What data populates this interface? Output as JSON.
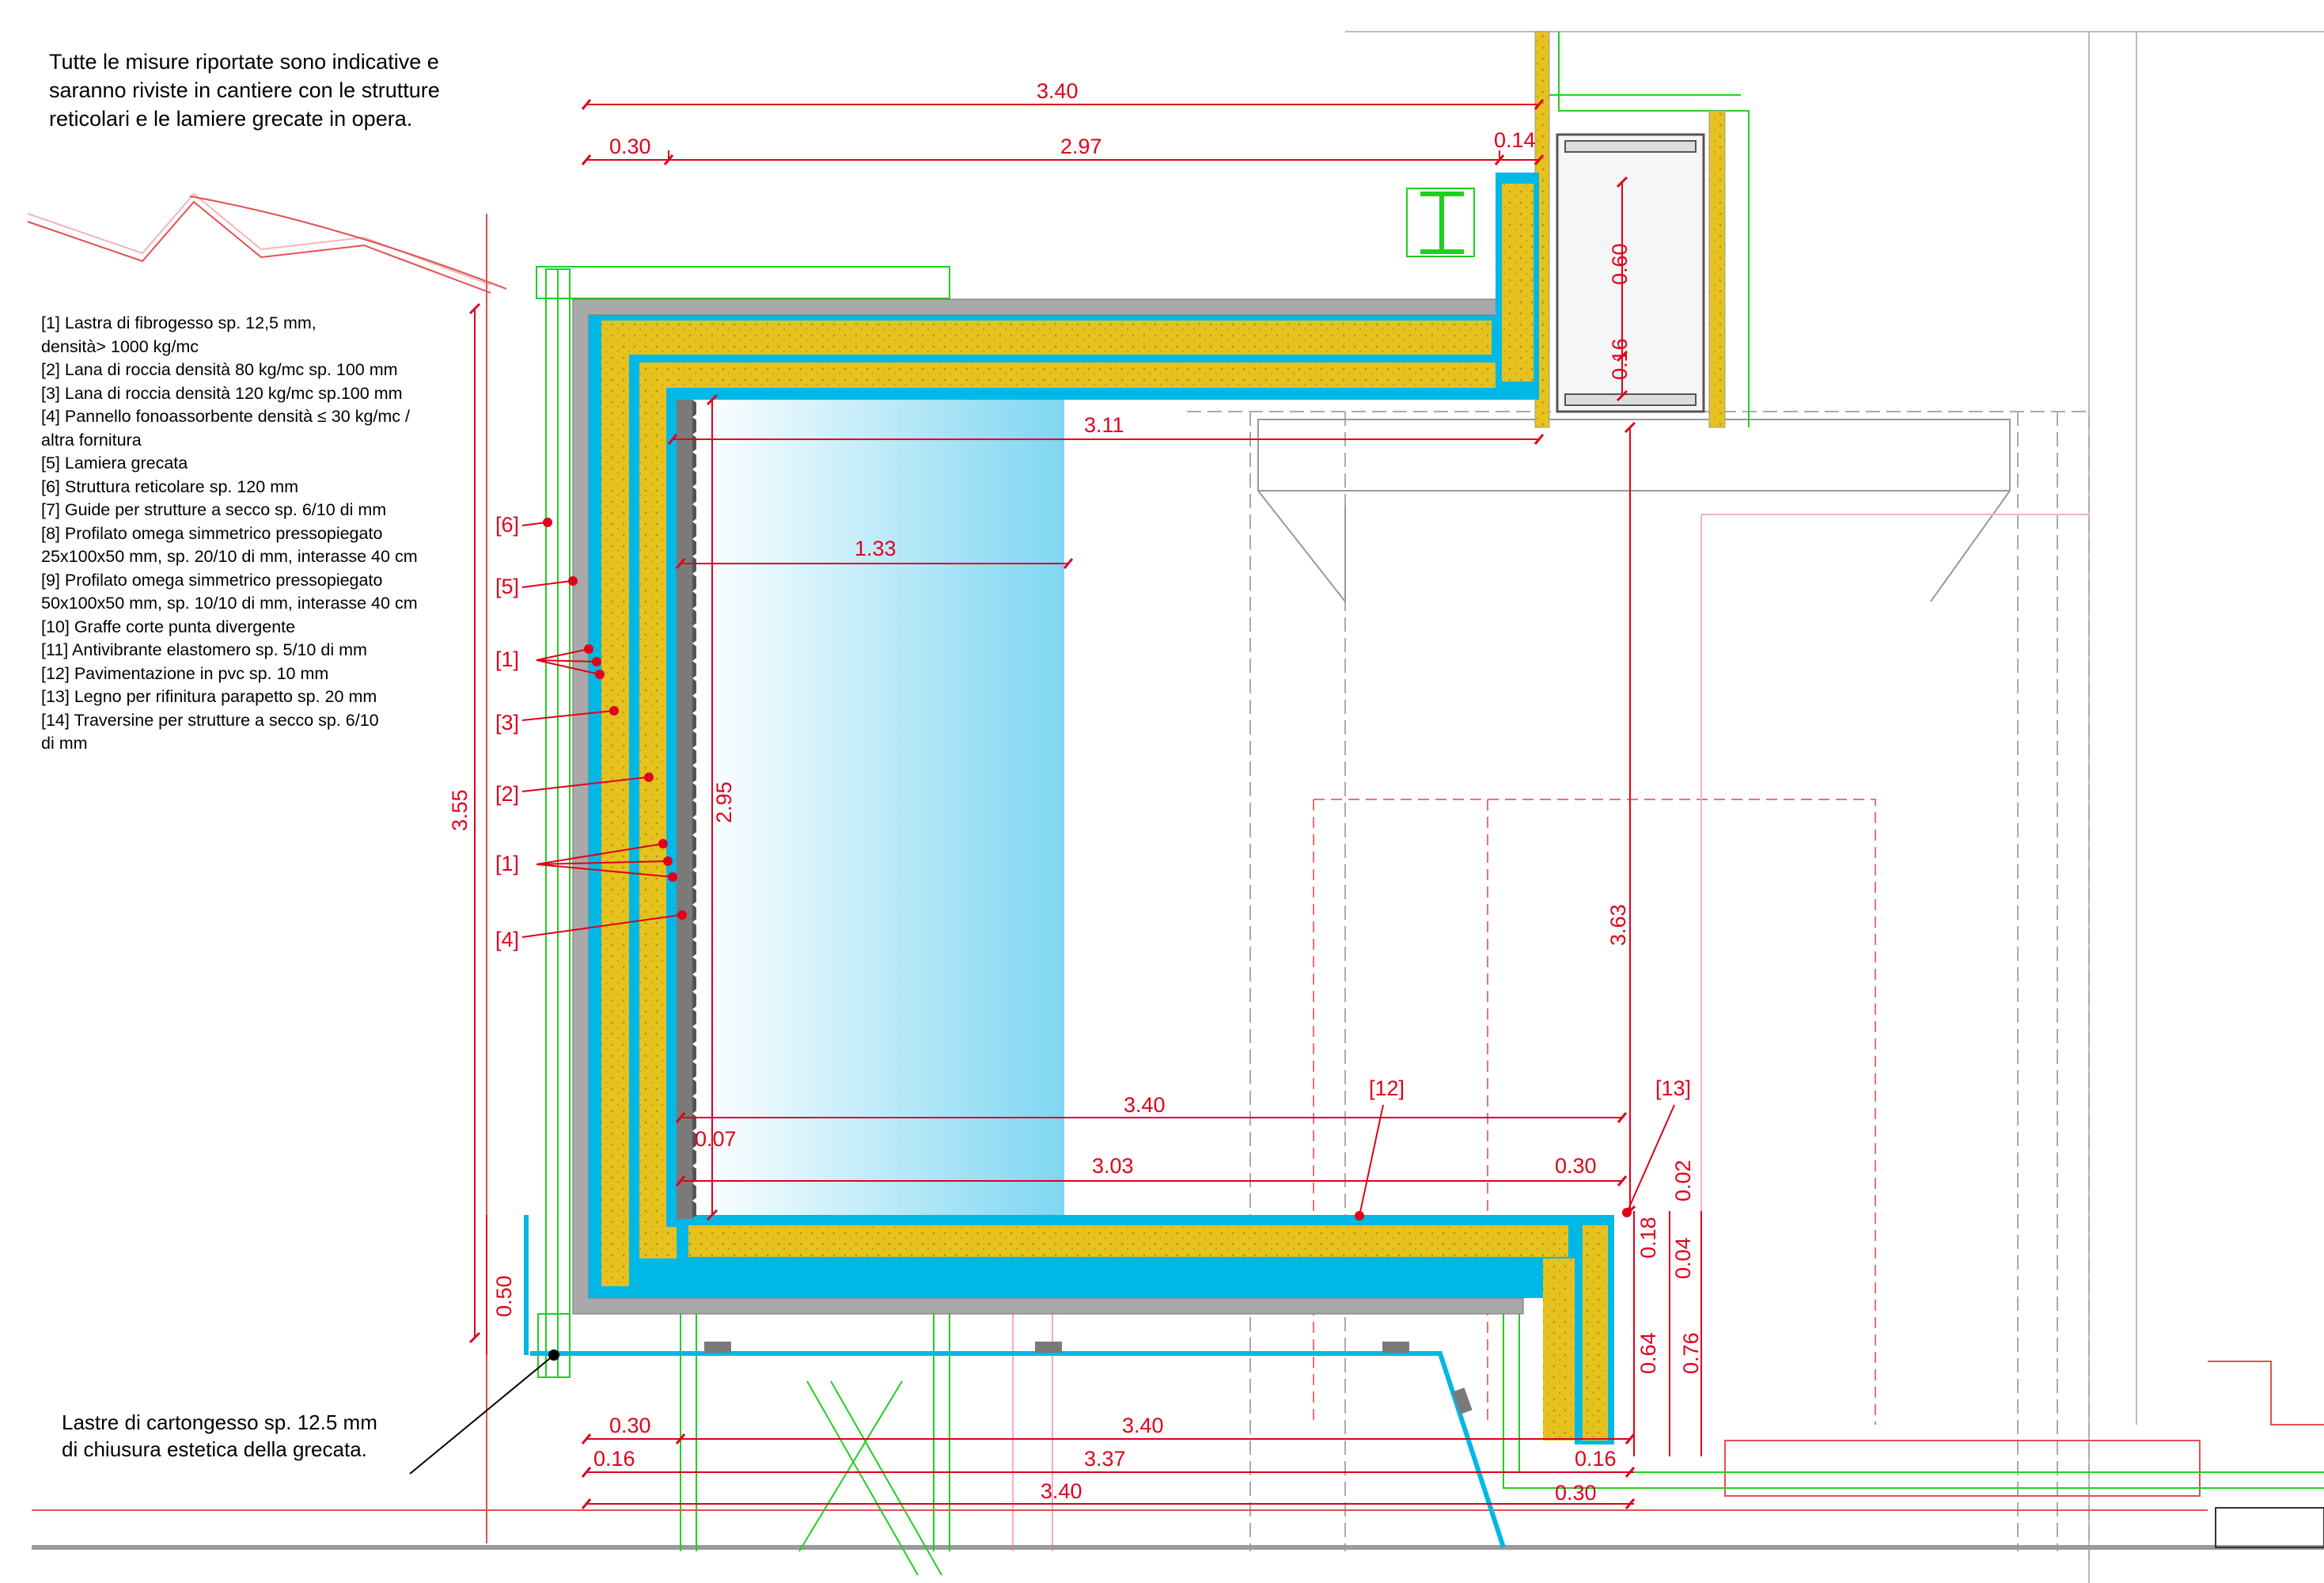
{
  "note": "Tutte le misure riportate sono indicative e\nsaranno riviste in cantiere con le strutture\nreticolari e le lamiere grecate in opera.",
  "legend": [
    "[1]  Lastra di fibrogesso sp. 12,5 mm,\ndensità> 1000 kg/mc",
    "[2]  Lana di roccia densità 80 kg/mc sp. 100 mm",
    "[3]  Lana di roccia densità 120 kg/mc sp.100 mm",
    "[4]  Pannello fonoassorbente densità ≤ 30 kg/mc /\naltra fornitura",
    "[5]  Lamiera grecata",
    "[6]  Struttura reticolare sp. 120 mm",
    "[7]  Guide per strutture a secco sp. 6/10 di mm",
    "[8]  Profilato omega simmetrico pressopiegato\n25x100x50 mm, sp. 20/10 di mm, interasse 40 cm",
    "[9]  Profilato omega simmetrico pressopiegato\n50x100x50 mm, sp. 10/10 di mm, interasse 40 cm",
    "[10] Graffe corte punta divergente",
    "[11] Antivibrante elastomero sp. 5/10 di mm",
    "[12] Pavimentazione in pvc sp. 10 mm",
    "[13] Legno per rifinitura parapetto sp. 20 mm",
    "[14] Traversine per strutture a secco sp. 6/10\ndi mm"
  ],
  "callout": "Lastre di cartongesso sp. 12.5 mm\ndi chiusura estetica della grecata.",
  "tags": {
    "t6": "[6]",
    "t5": "[5]",
    "t1a": "[1]",
    "t3": "[3]",
    "t2": "[2]",
    "t1b": "[1]",
    "t4": "[4]",
    "t12": "[12]",
    "t13": "[13]"
  },
  "dims": {
    "top_340": "3.40",
    "top_030": "0.30",
    "top_297": "2.97",
    "top_014": "0.14",
    "v_060": "0.60",
    "v_016": "0.16",
    "d_311": "3.11",
    "d_133": "1.33",
    "v_295": "2.95",
    "v_355": "3.55",
    "v_363": "3.63",
    "d_340_mid": "3.40",
    "d_007": "0.07",
    "d_303": "3.03",
    "d_030_r": "0.30",
    "v_018": "0.18",
    "v_004": "0.04",
    "v_002": "0.02",
    "v_064": "0.64",
    "v_076": "0.76",
    "v_050": "0.50",
    "b_030": "0.30",
    "b_016": "0.16",
    "b_340a": "3.40",
    "b_337": "3.37",
    "b_340b": "3.40",
    "b_016r": "0.16",
    "b_030r": "0.30"
  },
  "colors": {
    "dimension": "#e0001b",
    "insulation": "#e6c21e",
    "gypsum": "#00b8e6",
    "deck": "#a9a9a9",
    "structure": "#1fd11f",
    "outline": "#9a9a9a"
  }
}
